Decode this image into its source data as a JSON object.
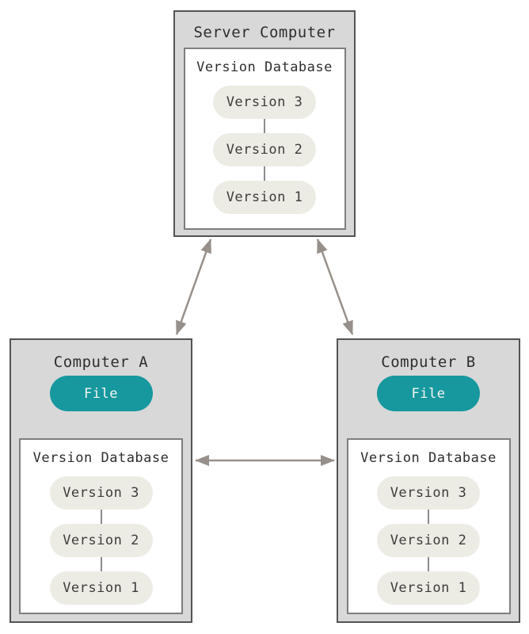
{
  "machines": {
    "server": {
      "title": "Server Computer",
      "db_label": "Version Database",
      "versions": [
        "Version 3",
        "Version 2",
        "Version 1"
      ]
    },
    "computer_a": {
      "title": "Computer A",
      "file_label": "File",
      "db_label": "Version Database",
      "versions": [
        "Version 3",
        "Version 2",
        "Version 1"
      ]
    },
    "computer_b": {
      "title": "Computer B",
      "file_label": "File",
      "db_label": "Version Database",
      "versions": [
        "Version 3",
        "Version 2",
        "Version 1"
      ]
    }
  },
  "connections": [
    {
      "from": "server",
      "to": "computer_a",
      "type": "bidirectional-arrow"
    },
    {
      "from": "server",
      "to": "computer_b",
      "type": "bidirectional-arrow"
    },
    {
      "from": "computer_a",
      "to": "computer_b",
      "type": "bidirectional-arrow"
    },
    {
      "from": "computer_a.version_database",
      "to": "computer_a.file",
      "type": "arrow-up"
    },
    {
      "from": "computer_b.version_database",
      "to": "computer_b.file",
      "type": "arrow-up"
    }
  ],
  "colors": {
    "box_fill": "#d8d8d8",
    "box_border": "#545454",
    "inner_fill": "#ffffff",
    "inner_border": "#7e7e7e",
    "pill_fill": "#edece4",
    "pill_text": "#3c3c3c",
    "file_fill": "#16989e",
    "file_text": "#f3f5f1",
    "arrow": "#97908a",
    "connector": "#8c8c8c",
    "text": "#2e2e2e",
    "bg": "#ffffff"
  }
}
